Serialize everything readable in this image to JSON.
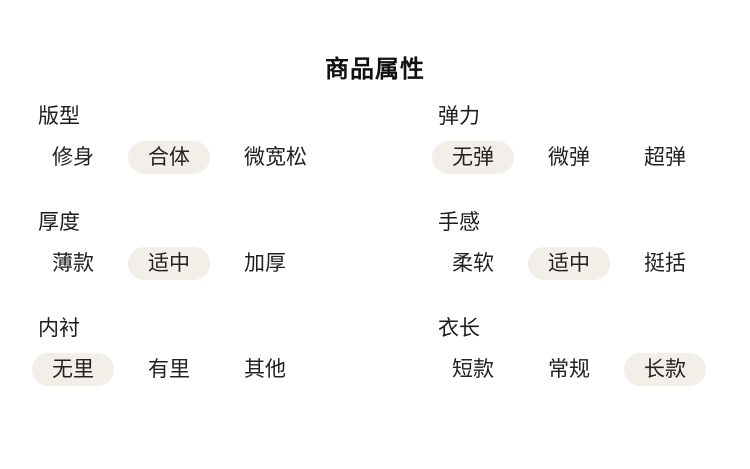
{
  "page": {
    "title": "商品属性"
  },
  "colors": {
    "background": "#ffffff",
    "title_text": "#111111",
    "label_text": "#1c1c1c",
    "option_text": "#222222",
    "selected_pill_bg": "#f2efe9"
  },
  "groups": [
    {
      "label": "版型",
      "options": [
        {
          "label": "修身",
          "selected": false
        },
        {
          "label": "合体",
          "selected": true
        },
        {
          "label": "微宽松",
          "selected": false
        }
      ]
    },
    {
      "label": "弹力",
      "options": [
        {
          "label": "无弹",
          "selected": true
        },
        {
          "label": "微弹",
          "selected": false
        },
        {
          "label": "超弹",
          "selected": false
        }
      ]
    },
    {
      "label": "厚度",
      "options": [
        {
          "label": "薄款",
          "selected": false
        },
        {
          "label": "适中",
          "selected": true
        },
        {
          "label": "加厚",
          "selected": false
        }
      ]
    },
    {
      "label": "手感",
      "options": [
        {
          "label": "柔软",
          "selected": false
        },
        {
          "label": "适中",
          "selected": true
        },
        {
          "label": "挺括",
          "selected": false
        }
      ]
    },
    {
      "label": "内衬",
      "options": [
        {
          "label": "无里",
          "selected": true
        },
        {
          "label": "有里",
          "selected": false
        },
        {
          "label": "其他",
          "selected": false
        }
      ]
    },
    {
      "label": "衣长",
      "options": [
        {
          "label": "短款",
          "selected": false
        },
        {
          "label": "常规",
          "selected": false
        },
        {
          "label": "长款",
          "selected": true
        }
      ]
    }
  ]
}
